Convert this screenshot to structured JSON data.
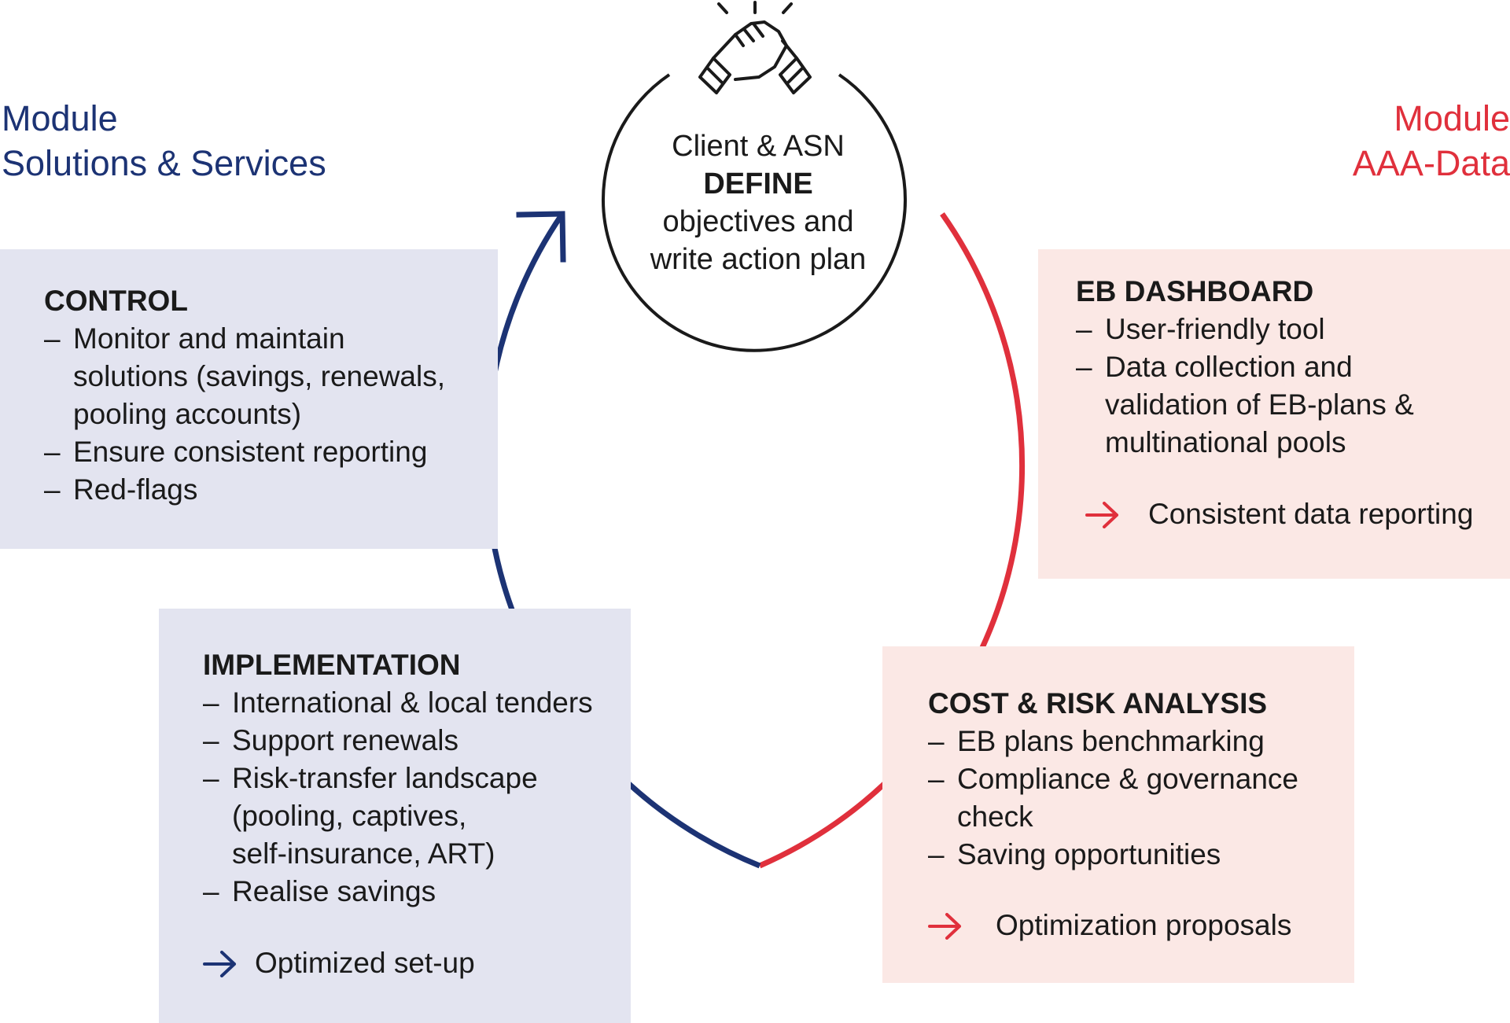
{
  "modules": {
    "left": {
      "line1": "Module",
      "line2": "Solutions & Services",
      "color": "#1c3374"
    },
    "right": {
      "line1": "Module",
      "line2": "AAA-Data",
      "color": "#e0303c"
    }
  },
  "center": {
    "icon": "handshake-icon",
    "line1": "Client & ASN",
    "line2": "DEFINE",
    "line3": "objectives and",
    "line4": "write action plan"
  },
  "cards": {
    "control": {
      "title": "CONTROL",
      "items": [
        "Monitor and maintain",
        "solutions (savings, renewals,",
        "pooling accounts)",
        "Ensure consistent reporting",
        "Red-flags"
      ]
    },
    "implementation": {
      "title": "IMPLEMENTATION",
      "items": [
        "International & local tenders",
        "Support renewals",
        "Risk-transfer landscape",
        "(pooling, captives,",
        "self-insurance, ART)",
        "Realise savings"
      ],
      "outcome": "Optimized set-up"
    },
    "dashboard": {
      "title": "EB DASHBOARD",
      "items": [
        "User-friendly tool",
        "Data collection and",
        "validation of EB-plans &",
        "multinational pools"
      ],
      "outcome": "Consistent data reporting"
    },
    "cost": {
      "title": "COST & RISK ANALYSIS",
      "items": [
        "EB plans benchmarking",
        "Compliance & governance",
        "check",
        "Saving opportunities"
      ],
      "outcome": "Optimization proposals"
    }
  },
  "dash": "–",
  "colors": {
    "blue": "#1c3374",
    "red": "#e0303c",
    "blue_card": "#e3e4f0",
    "red_card": "#fbe8e5"
  }
}
